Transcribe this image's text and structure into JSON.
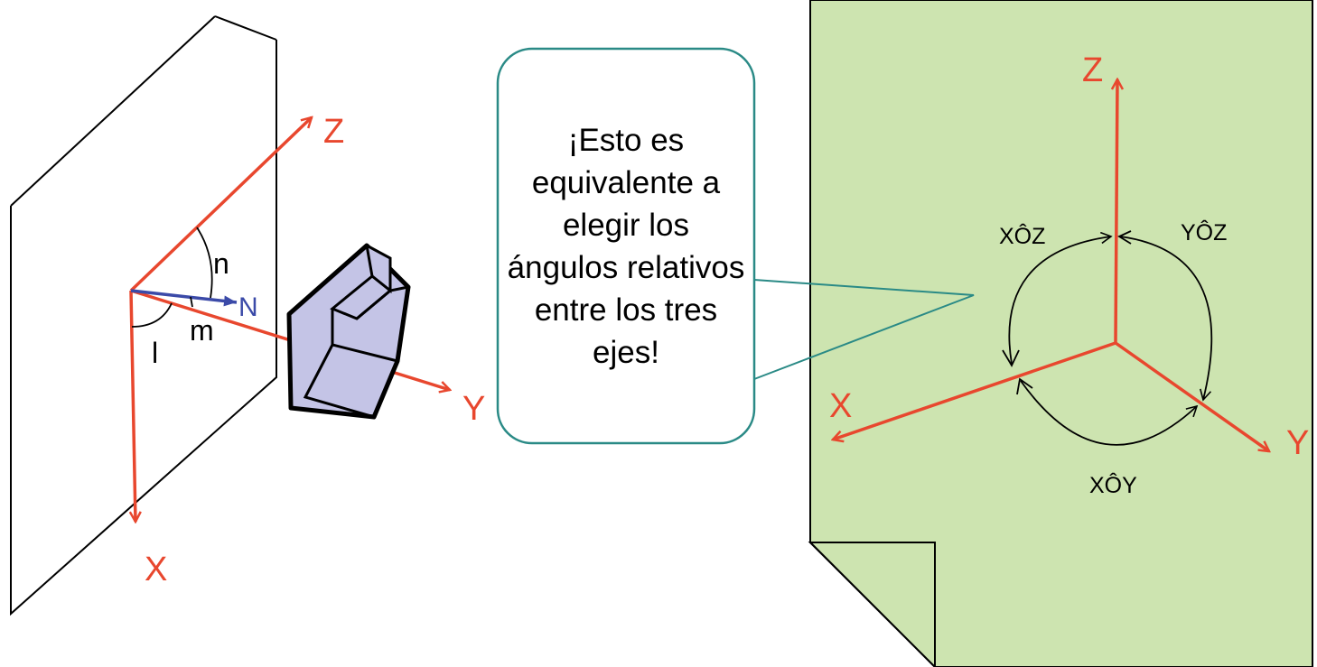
{
  "colors": {
    "axis": "#e8472e",
    "normal": "#3b4aa8",
    "bubble_border": "#2a8a86",
    "sheet_fill": "#cde4b0",
    "solid_fill": "#c4c4e6"
  },
  "left_view": {
    "axis_x": "X",
    "axis_y": "Y",
    "axis_z": "Z",
    "normal_label": "N",
    "angle_l": "l",
    "angle_m": "m",
    "angle_n": "n"
  },
  "callout": {
    "text": "¡Esto es equivalente a elegir los ángulos relativos entre los tres ejes!"
  },
  "right_view": {
    "axis_x": "X",
    "axis_y": "Y",
    "axis_z": "Z",
    "angle_xoz": "XÔZ",
    "angle_yoz": "YÔZ",
    "angle_xoy": "XÔY"
  }
}
